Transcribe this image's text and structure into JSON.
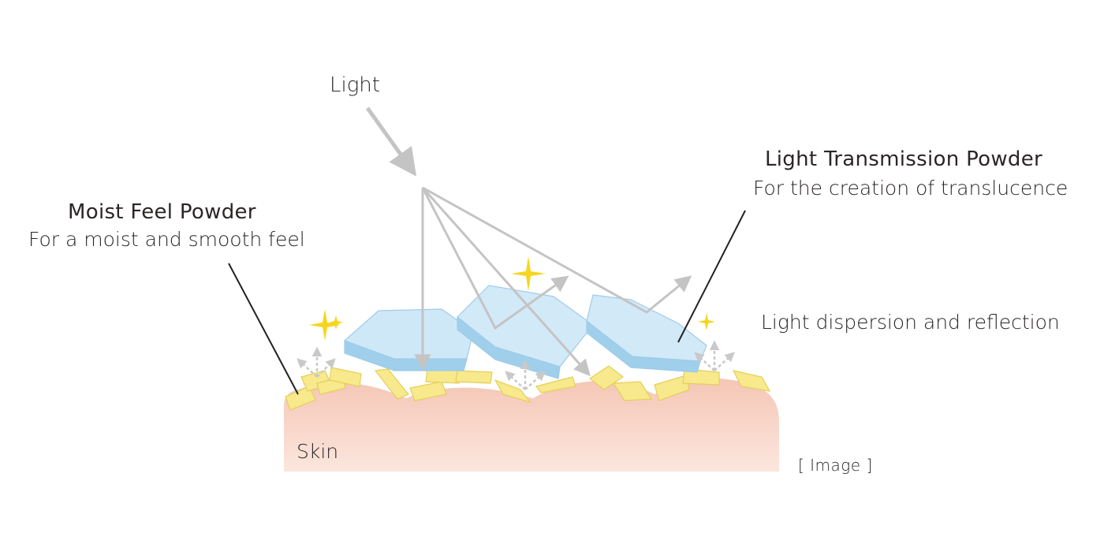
{
  "labels": {
    "light": "Light",
    "moist_title": "Moist Feel Powder",
    "moist_sub": "For a moist and smooth feel",
    "ltp_title": "Light Transmission Powder",
    "ltp_sub": "For the creation of translucence",
    "dispersion": "Light dispersion and reflection",
    "skin": "Skin",
    "image_note": "[ Image ]"
  },
  "colors": {
    "skin_top": "#f5c9b8",
    "skin_bottom": "#fbe5dc",
    "yellow_flake": "#f7e98c",
    "blue_powder": "#cde7f7",
    "light_ray": "#c4c4c4",
    "sparkle": "#f6d51e",
    "leader_line": "#222222"
  }
}
